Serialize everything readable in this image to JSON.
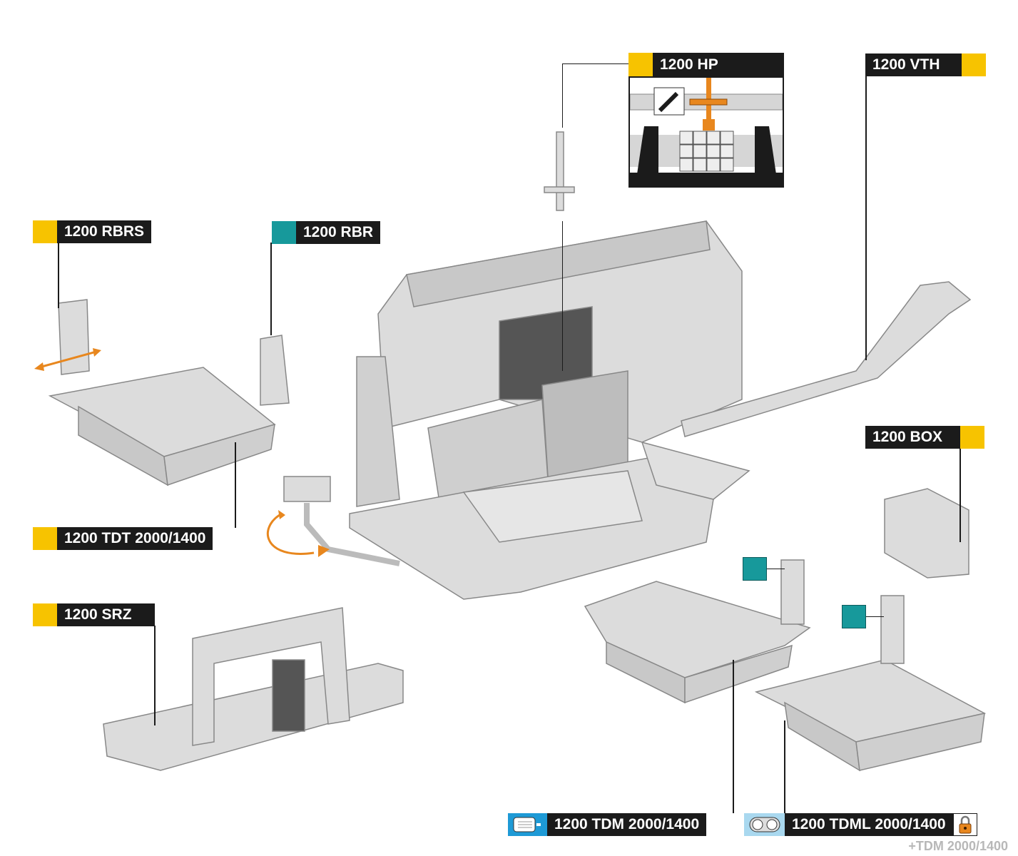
{
  "labels": {
    "hp": "1200 HP",
    "vth": "1200 VTH",
    "rbrs": "1200 RBRS",
    "rbr": "1200 RBR",
    "tdt": "1200 TDT 2000/1400",
    "srz": "1200 SRZ",
    "box": "1200 BOX",
    "tdm": "1200 TDM 2000/1400",
    "tdml": "1200 TDML 2000/1400",
    "tdml_note": "+TDM 2000/1400"
  },
  "colors": {
    "yellow": "#f7c300",
    "teal": "#17999b",
    "black": "#1b1b1b",
    "orange": "#e8871e",
    "blue": "#1e9ad6",
    "light_blue": "#a9d8ef"
  }
}
